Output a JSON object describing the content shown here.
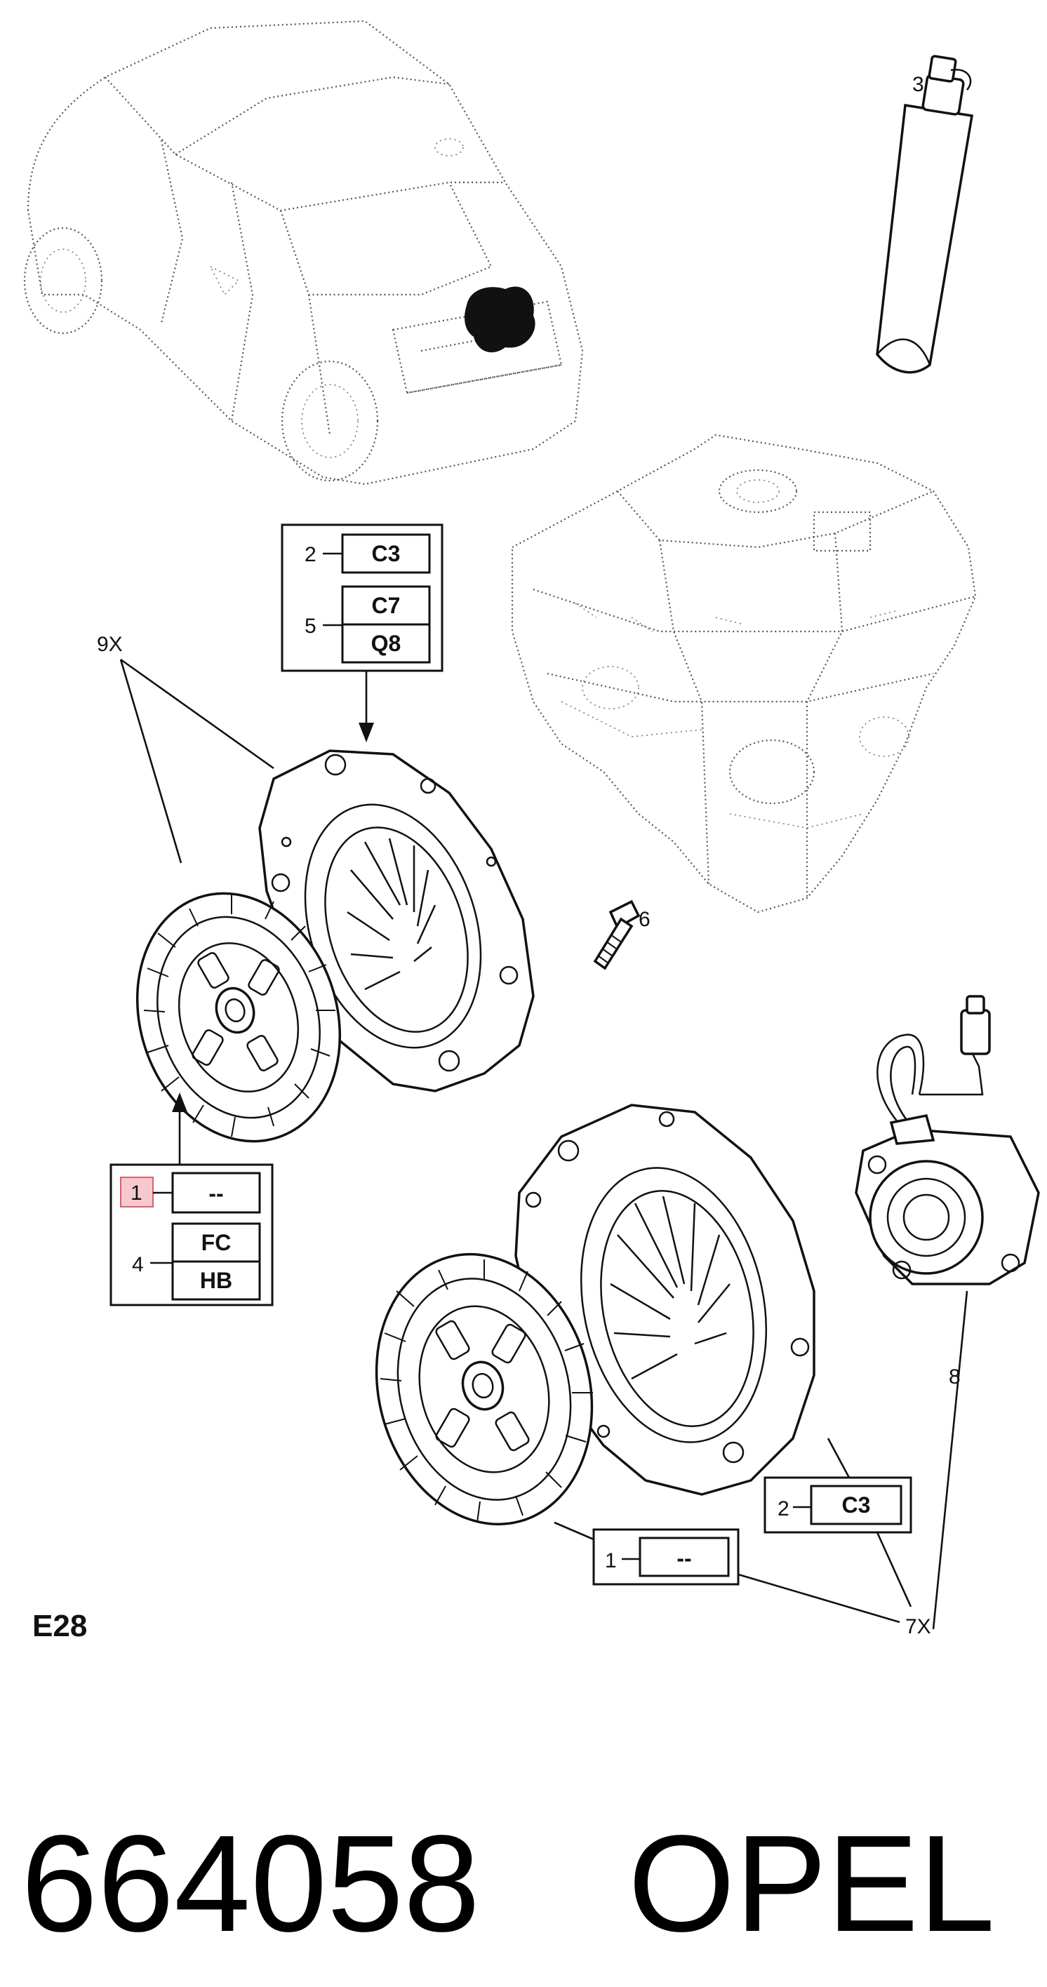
{
  "section": "E28",
  "part_number": "664058",
  "brand": "OPEL",
  "callouts": {
    "kit_top": "9X",
    "kit_bottom": "7X",
    "item2_top": "2",
    "item5": "5",
    "item1_left": "1",
    "item4": "4",
    "item6": "6",
    "item3": "3",
    "item8": "8",
    "item2_bottom": "2",
    "item1_bottom": "1"
  },
  "codes": {
    "c3_top": "C3",
    "c7": "C7",
    "q8": "Q8",
    "dash_left": "--",
    "fc": "FC",
    "hb": "HB",
    "c3_bottom": "C3",
    "dash_bottom": "--"
  },
  "colors": {
    "highlight_fill": "#f7c9cf",
    "highlight_stroke": "#d9606e",
    "ink": "#111111"
  }
}
